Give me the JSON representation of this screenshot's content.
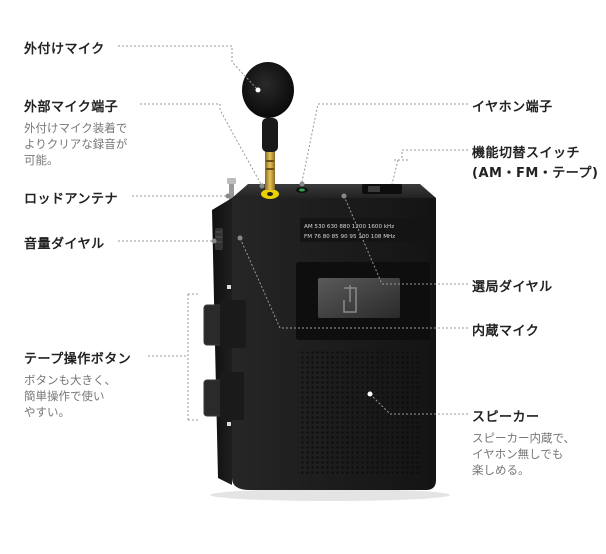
{
  "callouts": {
    "external_mic": {
      "title": "外付けマイク"
    },
    "mic_jack": {
      "title": "外部マイク端子",
      "desc": "外付けマイク装着で\nよりクリアな録音が\n可能。"
    },
    "rod_antenna": {
      "title": "ロッドアンテナ"
    },
    "volume_dial": {
      "title": "音量ダイヤル"
    },
    "tape_buttons": {
      "title": "テープ操作ボタン",
      "desc": "ボタンも大きく、\n簡単操作で使い\nやすい。"
    },
    "earphone_jack": {
      "title": "イヤホン端子"
    },
    "function_switch": {
      "title": "機能切替スイッチ",
      "subtitle": "(AM・FM・テープ)"
    },
    "tuning_dial": {
      "title": "選局ダイヤル"
    },
    "builtin_mic": {
      "title": "内蔵マイク"
    },
    "speaker": {
      "title": "スピーカー",
      "desc": "スピーカー内蔵で、\nイヤホン無しでも\n楽しめる。"
    }
  },
  "radio_scale": {
    "am_row": "AM 530  630    880  1200 1600  kHz",
    "fm_row": "FM 76   80   85   90  95 100  108  MHz"
  },
  "colors": {
    "body": "#1e1e1e",
    "body_highlight": "#2c2c2c",
    "leader": "#999999",
    "title_text": "#222222",
    "desc_text": "#777777",
    "mic_jack_ring": "#e9d100",
    "earphone_jack_ring": "#2fa84f"
  }
}
